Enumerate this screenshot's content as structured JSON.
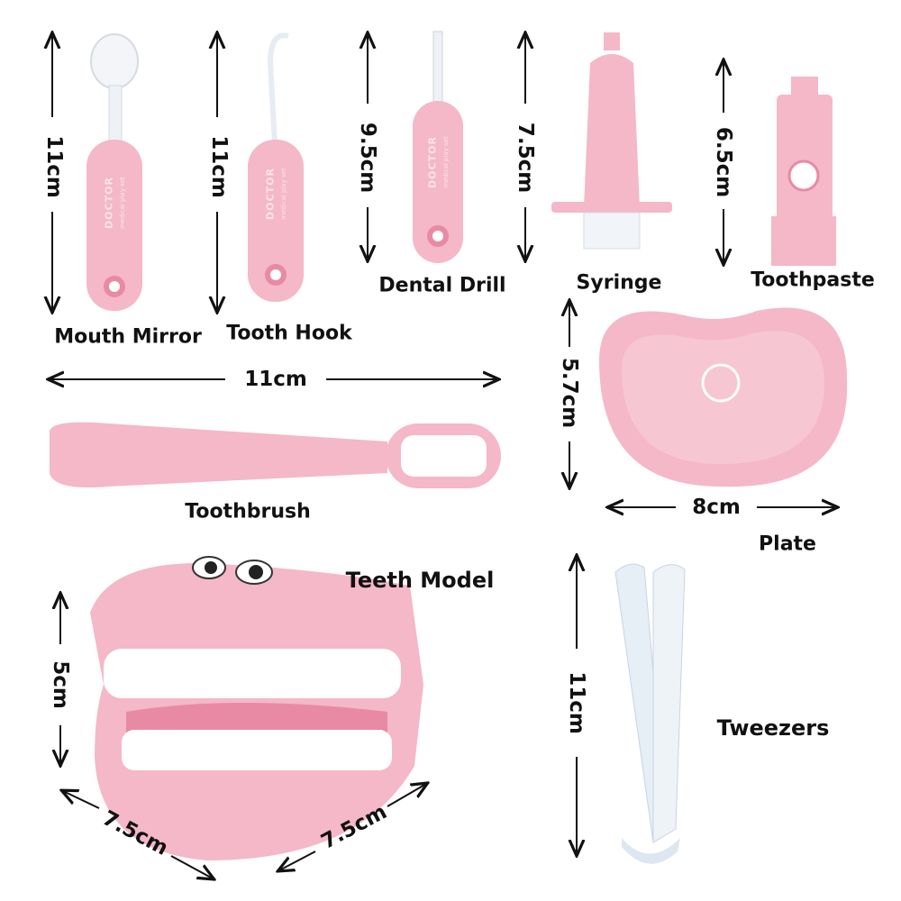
{
  "colors": {
    "pink": "#f4b8c8",
    "pink_dark": "#e98aa5",
    "white": "#ffffff",
    "tweezer": "#e6eef6"
  },
  "brand": {
    "logo": "DOCTOR",
    "sub": "medical play set"
  },
  "items": {
    "mouth_mirror": {
      "name": "Mouth Mirror",
      "size": "11cm"
    },
    "tooth_hook": {
      "name": "Tooth Hook",
      "size": "11cm"
    },
    "dental_drill": {
      "name": "Dental Drill",
      "size": "9.5cm"
    },
    "syringe": {
      "name": "Syringe",
      "size": "7.5cm"
    },
    "toothpaste": {
      "name": "Toothpaste",
      "size": "6.5cm"
    },
    "toothbrush": {
      "name": "Toothbrush",
      "size": "11cm"
    },
    "plate": {
      "name": "Plate",
      "height": "5.7cm",
      "width": "8cm"
    },
    "teeth_model": {
      "name": "Teeth Model",
      "height": "5cm",
      "depth": "7.5cm",
      "width": "7.5cm"
    },
    "tweezers": {
      "name": "Tweezers",
      "size": "11cm"
    }
  }
}
